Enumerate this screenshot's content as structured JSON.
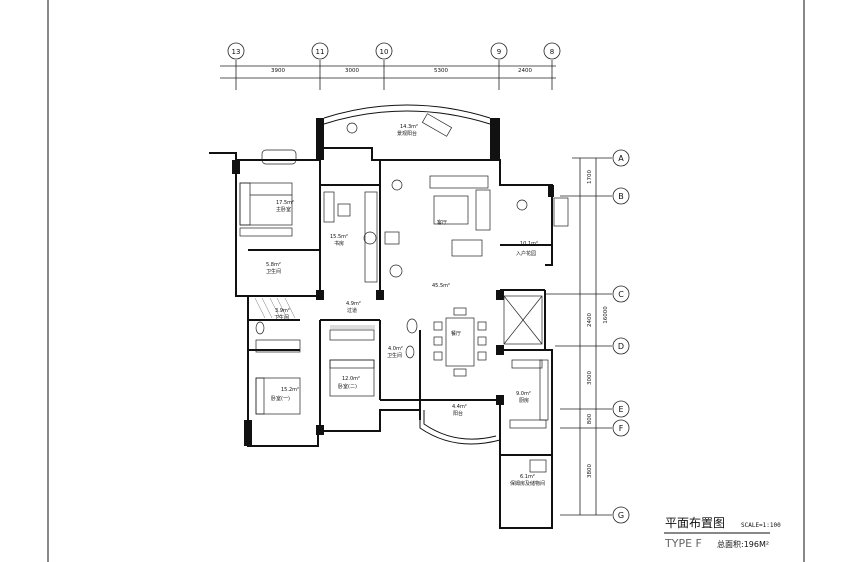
{
  "title_block": {
    "plan_title": "平面布置图",
    "scale": "SCALE=1:100",
    "type_label": "TYPE F",
    "area_label": "总面积:196M²"
  },
  "grid": {
    "top_axes": [
      "13",
      "11",
      "10",
      "9",
      "8"
    ],
    "top_dims": [
      "3900",
      "3000",
      "5300",
      "2400"
    ],
    "right_axes": [
      "A",
      "B",
      "C",
      "D",
      "E",
      "F",
      "G"
    ],
    "right_dims": [
      "1700",
      "2400",
      "3000",
      "800",
      "3800"
    ],
    "right_total": "16000"
  },
  "rooms": {
    "balcony_view": {
      "area": "14.3m²",
      "name": "景观阳台"
    },
    "master_bedroom": {
      "area": "17.5m²",
      "name": "主卧室"
    },
    "study": {
      "area": "15.5m²",
      "name": "书房"
    },
    "living": {
      "area": "",
      "name": "客厅"
    },
    "entry_garden": {
      "area": "10.1m²",
      "name": "入户花园"
    },
    "master_bath": {
      "area": "5.8m²",
      "name": "卫生间"
    },
    "corridor": {
      "area": "4.9m²",
      "name": "过道"
    },
    "hall_area": {
      "area": "45.5m²",
      "name": ""
    },
    "bath2": {
      "area": "3.9m²",
      "name": "卫生间"
    },
    "dining": {
      "area": "",
      "name": "餐厅"
    },
    "bath3": {
      "area": "4.0m²",
      "name": "卫生间"
    },
    "bedroom2": {
      "area": "12.0m²",
      "name": "卧室(二)"
    },
    "bedroom1": {
      "area": "15.2m²",
      "name": "卧室(一)"
    },
    "kitchen": {
      "area": "9.0m²",
      "name": "厨房"
    },
    "balcony_service": {
      "area": "4.4m²",
      "name": "阳台"
    },
    "service_room": {
      "area": "6.1m²",
      "name": "保姆房及储物间"
    }
  },
  "colors": {
    "line": "#111111",
    "dim": "#333333",
    "hatch": "#555555"
  }
}
